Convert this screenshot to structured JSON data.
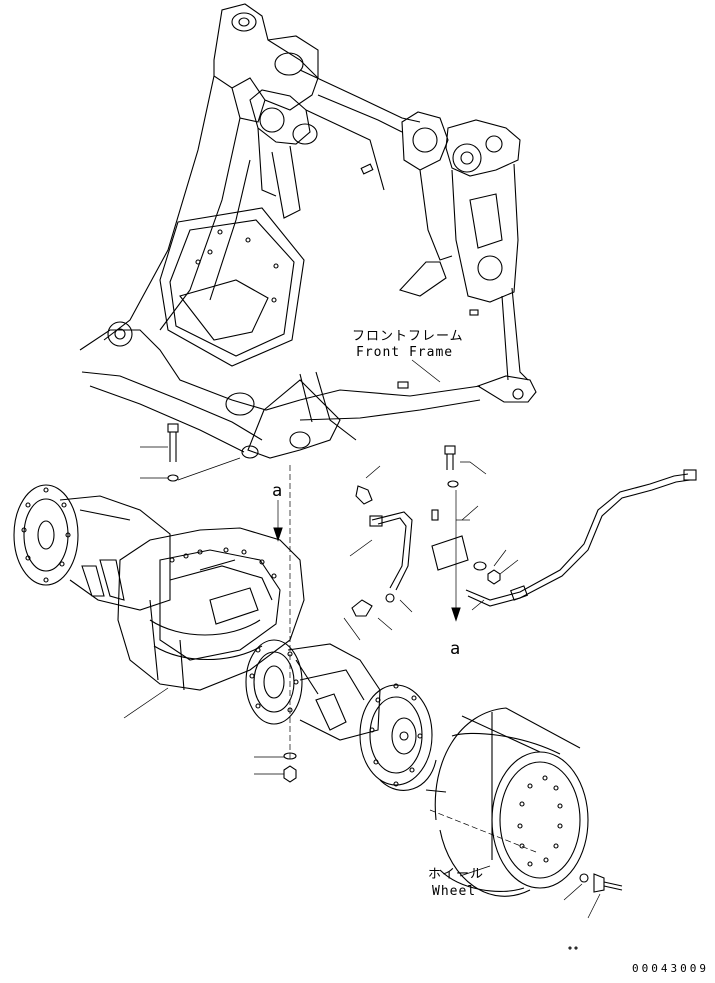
{
  "labels": {
    "front_frame_jp": "フロントフレーム",
    "front_frame_en": "Front Frame",
    "wheel_jp": "ホイール",
    "wheel_en": "Wheel",
    "ref_a_1": "a",
    "ref_a_2": "a"
  },
  "drawing_code": "00043009"
}
